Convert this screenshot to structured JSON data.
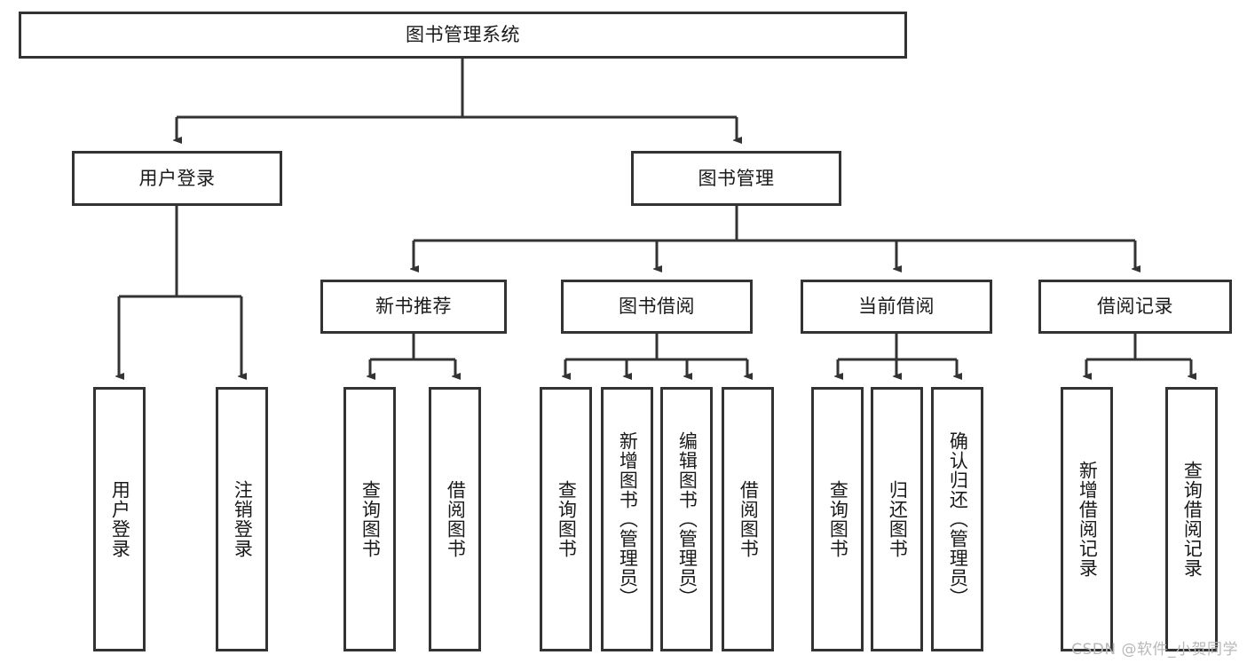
{
  "diagram": {
    "type": "tree-hierarchy",
    "title": "图书管理系统",
    "root": {
      "id": "root",
      "label": "图书管理系统"
    },
    "level2": [
      {
        "id": "user-login",
        "label": "用户登录"
      },
      {
        "id": "book-manage",
        "label": "图书管理"
      }
    ],
    "level3": [
      {
        "id": "new-book-rec",
        "label": "新书推荐",
        "parent": "book-manage"
      },
      {
        "id": "book-borrow",
        "label": "图书借阅",
        "parent": "book-manage"
      },
      {
        "id": "current-borrow",
        "label": "当前借阅",
        "parent": "book-manage"
      },
      {
        "id": "borrow-record",
        "label": "借阅记录",
        "parent": "book-manage"
      }
    ],
    "leaves": [
      {
        "id": "leaf-user-login",
        "label": "用户登录",
        "parent": "user-login"
      },
      {
        "id": "leaf-logout",
        "label": "注销登录",
        "parent": "user-login"
      },
      {
        "id": "leaf-query-book-1",
        "label": "查询图书",
        "parent": "new-book-rec"
      },
      {
        "id": "leaf-borrow-book-1",
        "label": "借阅图书",
        "parent": "new-book-rec"
      },
      {
        "id": "leaf-query-book-2",
        "label": "查询图书",
        "parent": "book-borrow"
      },
      {
        "id": "leaf-add-book",
        "label": "新增图书（管理员）",
        "parent": "book-borrow"
      },
      {
        "id": "leaf-edit-book",
        "label": "编辑图书（管理员）",
        "parent": "book-borrow"
      },
      {
        "id": "leaf-borrow-book-2",
        "label": "借阅图书",
        "parent": "book-borrow"
      },
      {
        "id": "leaf-query-book-3",
        "label": "查询图书",
        "parent": "current-borrow"
      },
      {
        "id": "leaf-return-book",
        "label": "归还图书",
        "parent": "current-borrow"
      },
      {
        "id": "leaf-confirm-return",
        "label": "确认归还（管理员）",
        "parent": "current-borrow"
      },
      {
        "id": "leaf-add-record",
        "label": "新增借阅记录",
        "parent": "borrow-record"
      },
      {
        "id": "leaf-query-record",
        "label": "查询借阅记录",
        "parent": "borrow-record"
      }
    ]
  },
  "watermark": {
    "text": "CSDN @软件_小贺同学"
  },
  "colors": {
    "stroke": "#333333",
    "box_fill": "#ffffff",
    "text": "#1a1a1a",
    "watermark": "#b8b8b8",
    "background": "#ffffff"
  }
}
